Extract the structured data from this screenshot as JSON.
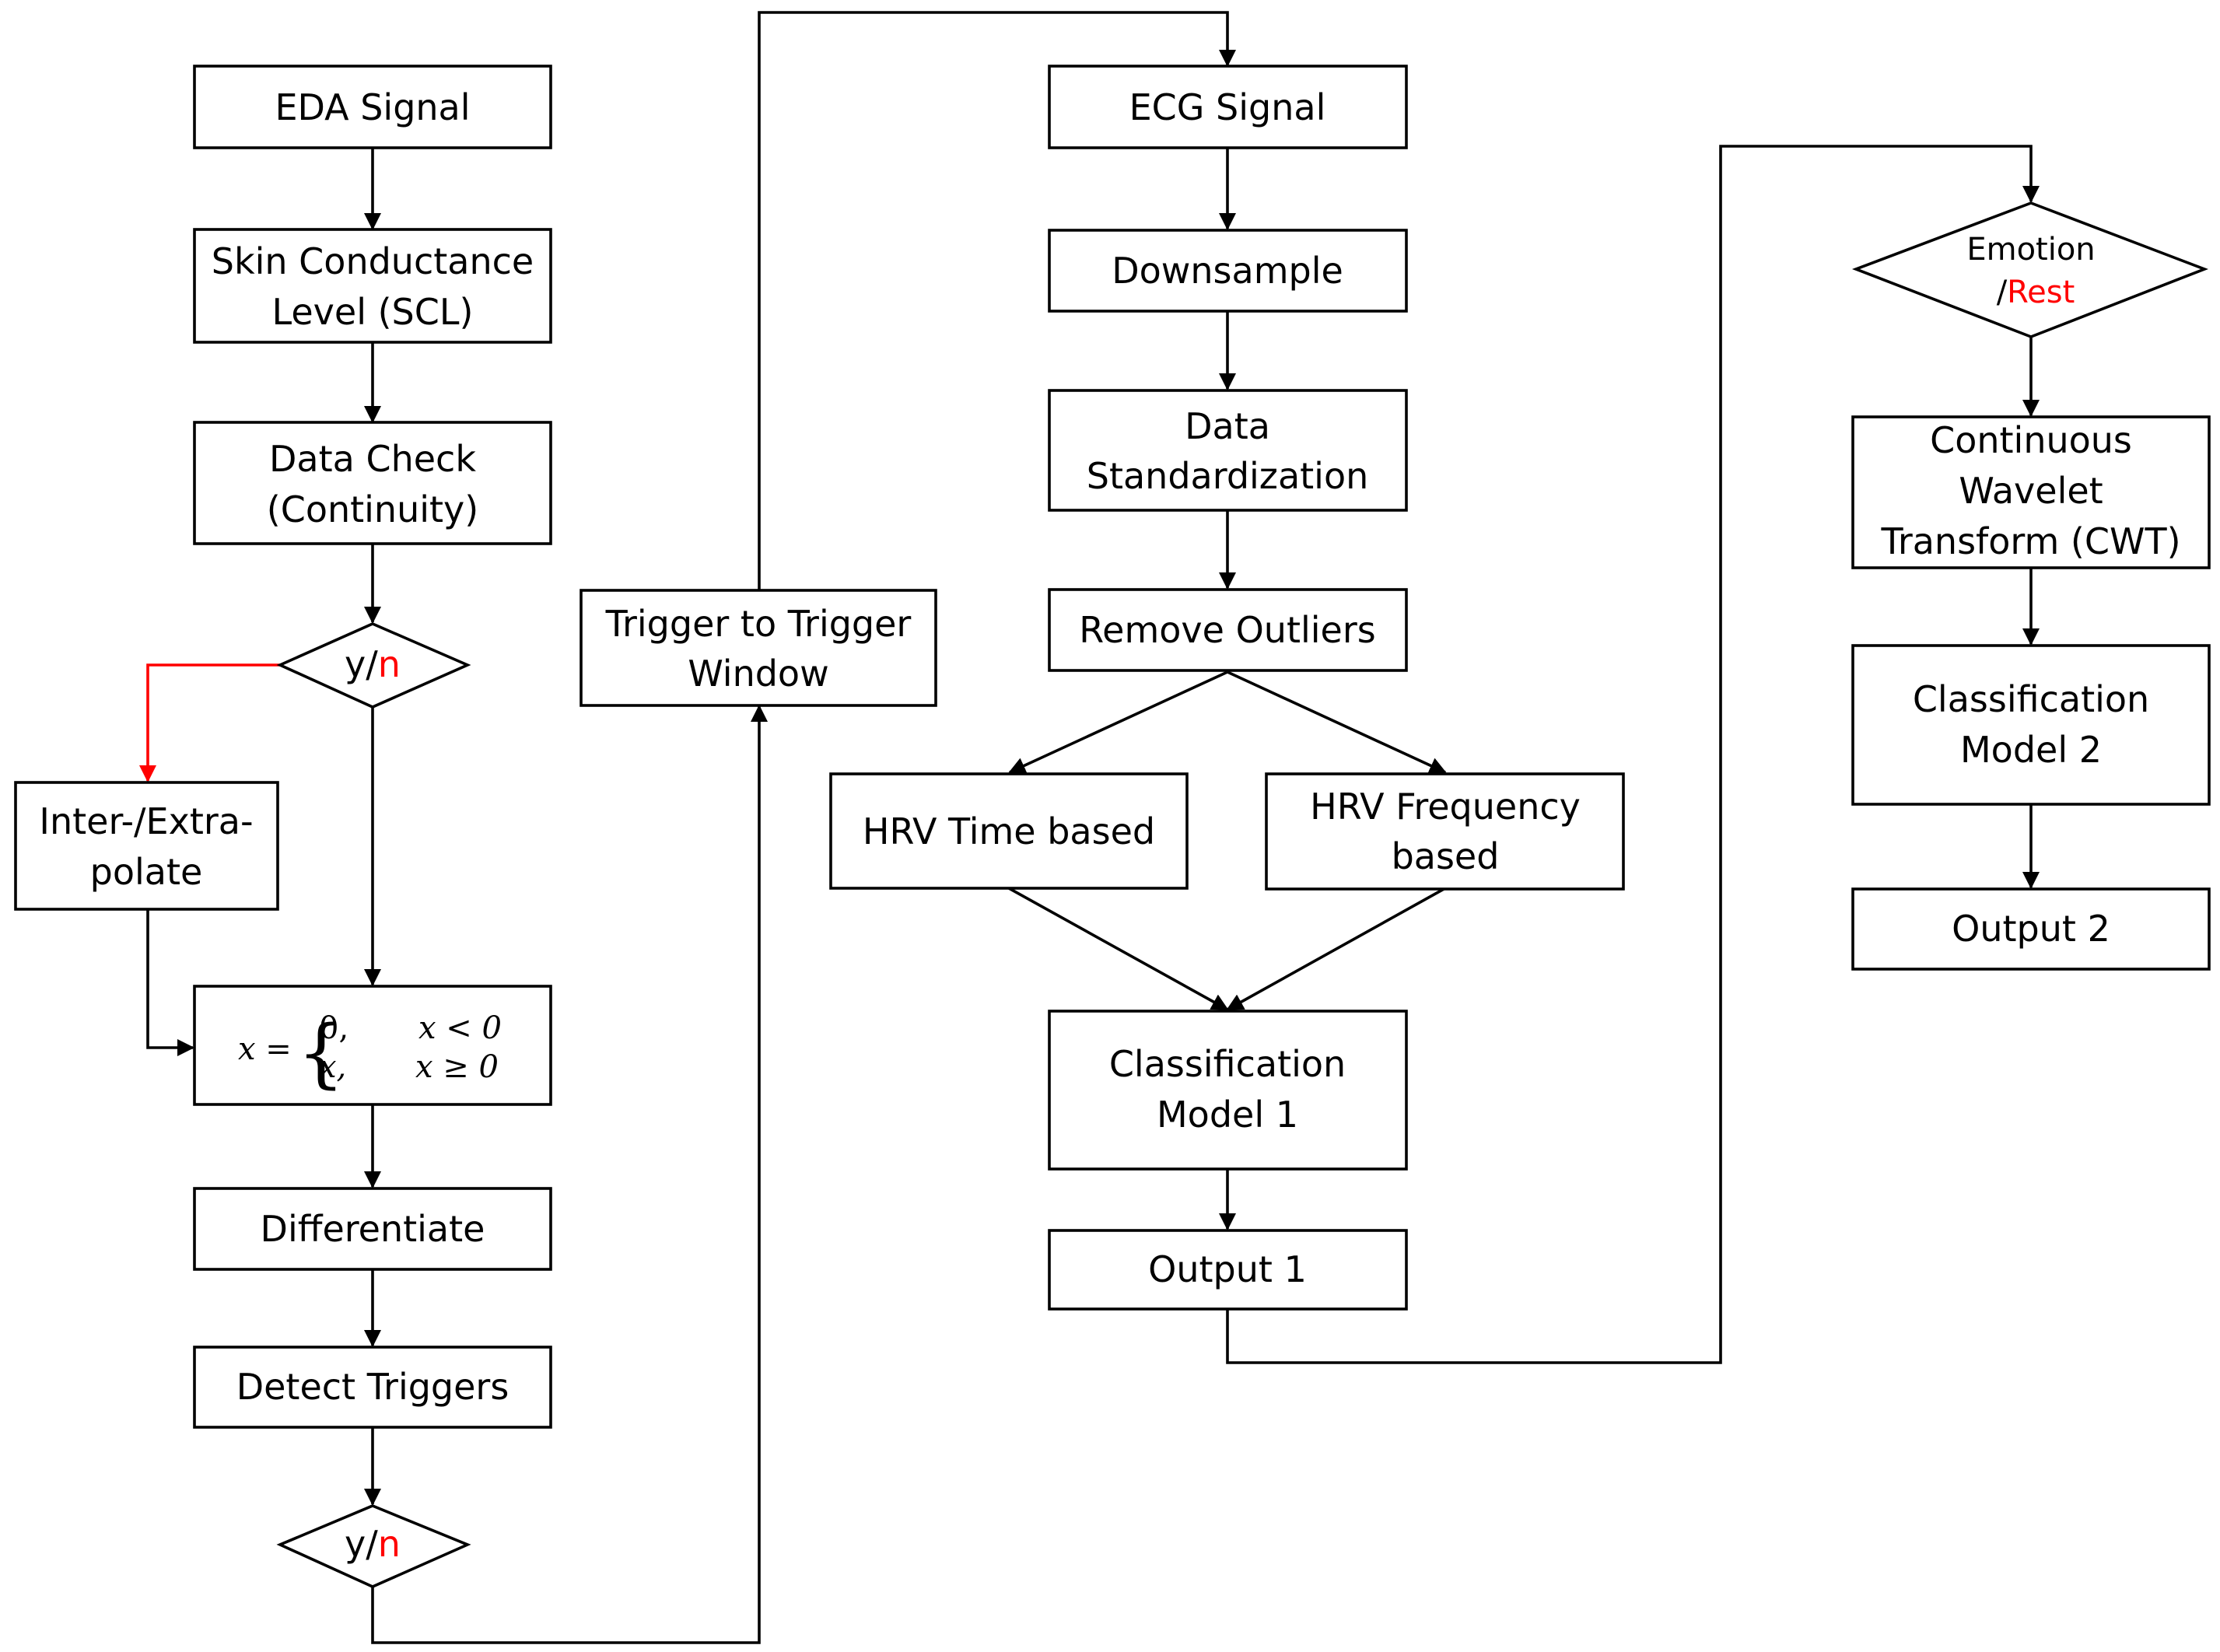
{
  "colors": {
    "stroke": "#000000",
    "accent_no": "#ff0000",
    "background": "#ffffff"
  },
  "eda": {
    "signal": "EDA Signal",
    "scl": [
      "Skin Conductance",
      "Level (SCL)"
    ],
    "data_check": [
      "Data Check",
      "(Continuity)"
    ],
    "decision_1": {
      "yes": "y/",
      "no": "n"
    },
    "interpolate": [
      "Inter-/Extra-",
      "polate"
    ],
    "formula": {
      "lhs": "x =",
      "case_1_value": "0,",
      "case_1_condition": "x < 0",
      "case_2_value": "x,",
      "case_2_condition": "x ≥ 0"
    },
    "differentiate": "Differentiate",
    "detect_triggers": "Detect Triggers",
    "decision_2": {
      "yes": "y/",
      "no": "n"
    }
  },
  "window": [
    "Trigger to Trigger",
    "Window"
  ],
  "ecg": {
    "signal": "ECG Signal",
    "downsample": "Downsample",
    "standardization": [
      "Data",
      "Standardization"
    ],
    "outliers": "Remove Outliers",
    "hrv_time": "HRV Time based",
    "hrv_freq": [
      "HRV Frequency",
      "based"
    ],
    "model_1": [
      "Classification",
      "Model 1"
    ],
    "output_1": "Output 1"
  },
  "branch_2": {
    "decision": {
      "emotion": "Emotion",
      "slash": "/",
      "rest": "Rest"
    },
    "cwt": [
      "Continuous",
      "Wavelet",
      "Transform (CWT)"
    ],
    "model_2": [
      "Classification",
      "Model 2"
    ],
    "output_2": "Output 2"
  }
}
